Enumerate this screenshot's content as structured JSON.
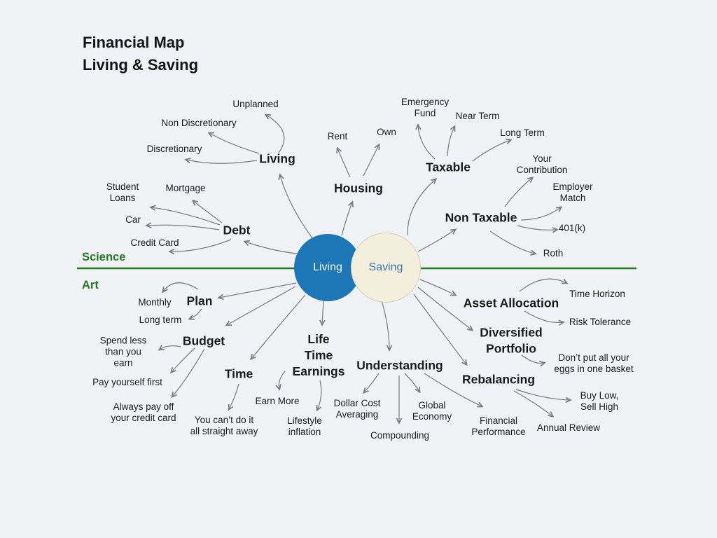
{
  "title": {
    "line1": "Financial Map",
    "line2": "Living & Saving"
  },
  "sections": {
    "top": "Science",
    "bottom": "Art"
  },
  "center": {
    "living": "Living",
    "saving": "Saving"
  },
  "colors": {
    "background": "#f0f2f5",
    "living_circle": "#1d76b5",
    "living_text": "#f2f7fb",
    "saving_circle": "#f4eedd",
    "saving_border": "#d6d0bd",
    "saving_text": "#3878ad",
    "divider_green": "#237a23",
    "arrow": "#7d7d7d",
    "text": "#1b1b1b"
  },
  "map": {
    "branches": [
      {
        "id": "living",
        "label": "Living",
        "children": [
          "Unplanned",
          "Non Discretionary",
          "Discretionary"
        ]
      },
      {
        "id": "housing",
        "label": "Housing",
        "children": [
          "Rent",
          "Own"
        ]
      },
      {
        "id": "debt",
        "label": "Debt",
        "children": [
          "Student\nLoans",
          "Mortgage",
          "Car",
          "Credit Card"
        ]
      },
      {
        "id": "taxable",
        "label": "Taxable",
        "children": [
          "Emergency\nFund",
          "Near Term",
          "Long Term"
        ]
      },
      {
        "id": "non-taxable",
        "label": "Non Taxable",
        "children": [
          "Your\nContribution",
          "Employer\nMatch",
          "401(k)",
          "Roth"
        ]
      },
      {
        "id": "plan",
        "label": "Plan",
        "children": [
          "Monthly",
          "Long term"
        ]
      },
      {
        "id": "budget",
        "label": "Budget",
        "children": [
          "Spend less\nthan you\nearn",
          "Pay yourself first",
          "Always pay off\nyour credit card"
        ]
      },
      {
        "id": "time",
        "label": "Time",
        "children": [
          "You can’t do it\nall straight away"
        ]
      },
      {
        "id": "lifetime-earnings",
        "label": "Life\nTime\nEarnings",
        "children": [
          "Earn More",
          "Lifestyle\ninflation"
        ]
      },
      {
        "id": "understanding",
        "label": "Understanding",
        "children": [
          "Dollar Cost\nAveraging",
          "Global\nEconomy",
          "Compounding",
          "Financial\nPerformance"
        ]
      },
      {
        "id": "asset-allocation",
        "label": "Asset Allocation",
        "children": [
          "Time Horizon",
          "Risk Tolerance"
        ]
      },
      {
        "id": "diversified",
        "label": "Diversified\nPortfolio",
        "children": [
          "Don’t put all your\neggs in one basket"
        ]
      },
      {
        "id": "rebalancing",
        "label": "Rebalancing",
        "children": [
          "Buy Low,\nSell High",
          "Annual Review"
        ]
      }
    ]
  }
}
